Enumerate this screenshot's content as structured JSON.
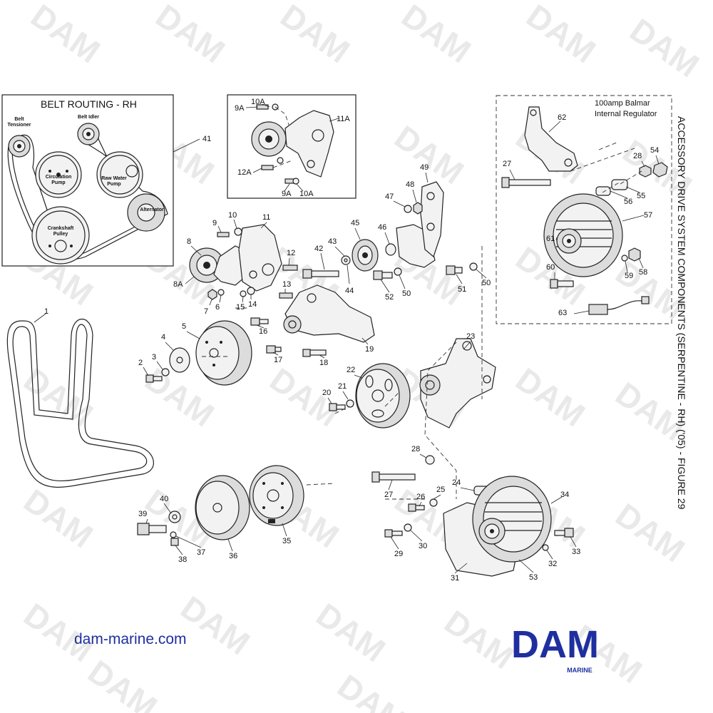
{
  "watermark": "DAM",
  "title": "ACCESSORY DRIVE SYSTEM COMPONENTS (SERPENTINE - RH) ('05) - FIGURE 29",
  "website": "dam-marine.com",
  "logo": {
    "text": "DAM",
    "sub": "MARINE",
    "color": "#1f2fa0"
  },
  "belt_routing": {
    "title": "BELT ROUTING - RH",
    "labels": {
      "tensioner": "Belt\nTensioner",
      "idler": "Belt Idler",
      "circ": "Circulation\nPump",
      "raw": "Raw Water\nPump",
      "alt": "Alternator",
      "crank": "Crankshaft\nPulley"
    },
    "tensioner_l1": "Belt",
    "tensioner_l2": "Tensioner",
    "idler": "Belt Idler",
    "circ_l1": "Circulation",
    "circ_l2": "Pump",
    "raw_l1": "Raw Water",
    "raw_l2": "Pump",
    "alt": "Alternator",
    "crank_l1": "Crankshaft",
    "crank_l2": "Pulley"
  },
  "balmar": {
    "line1": "100amp Balmar",
    "line2": "Internal Regulator"
  },
  "callouts": {
    "c1": "1",
    "c2": "2",
    "c3": "3",
    "c4": "4",
    "c5": "5",
    "c6": "6",
    "c7": "7",
    "c8": "8",
    "c8a": "8A",
    "c9": "9",
    "c10": "10",
    "c11": "11",
    "c12": "12",
    "c13": "13",
    "c14": "14",
    "c15": "15",
    "c16": "16",
    "c17": "17",
    "c18": "18",
    "c19": "19",
    "c20": "20",
    "c21": "21",
    "c22": "22",
    "c23": "23",
    "c24": "24",
    "c25": "25",
    "c26": "26",
    "c27": "27",
    "c27b": "27",
    "c28": "28",
    "c28b": "28",
    "c29": "29",
    "c30": "30",
    "c31": "31",
    "c32": "32",
    "c33": "33",
    "c34": "34",
    "c35": "35",
    "c36": "36",
    "c37": "37",
    "c38": "38",
    "c39": "39",
    "c40": "40",
    "c41": "41",
    "c42": "42",
    "c43": "43",
    "c44": "44",
    "c45": "45",
    "c46": "46",
    "c47": "47",
    "c48": "48",
    "c49": "49",
    "c50": "50",
    "c50b": "50",
    "c51": "51",
    "c52": "52",
    "c53": "53",
    "c54": "54",
    "c55": "55",
    "c56": "56",
    "c57": "57",
    "c58": "58",
    "c59": "59",
    "c60": "60",
    "c61": "61",
    "c62": "62",
    "c63": "63",
    "c9a": "9A",
    "c9a2": "9A",
    "c10a": "10A",
    "c10a2": "10A",
    "c11a": "11A",
    "c12a": "12A"
  }
}
